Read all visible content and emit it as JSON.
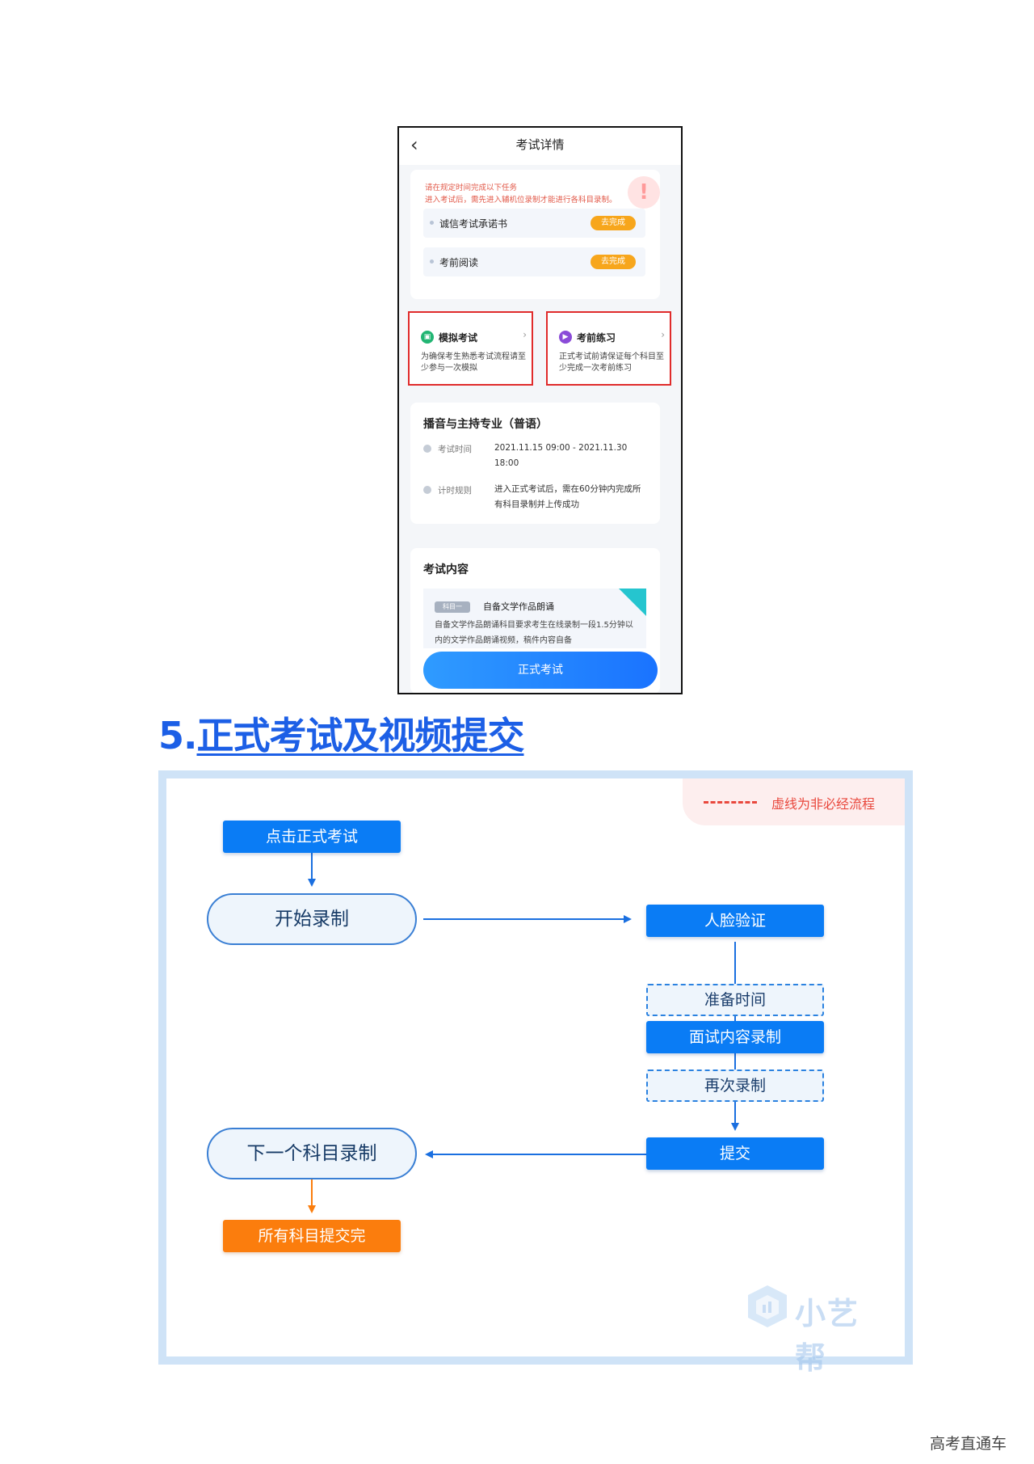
{
  "phone": {
    "title": "考试详情",
    "back_icon": "chevron-left-icon",
    "tasks": {
      "hint_line1": "请在规定时间完成以下任务",
      "hint_line2": "进入考试后，需先进入辅机位录制才能进行各科目录制。",
      "items": [
        {
          "label": "诚信考试承诺书",
          "action": "去完成"
        },
        {
          "label": "考前阅读",
          "action": "去完成"
        }
      ]
    },
    "modes": [
      {
        "title": "模拟考试",
        "desc": "为确保考生熟悉考试流程请至少参与一次模拟",
        "icon": "mock-exam-icon",
        "color": "#22b573"
      },
      {
        "title": "考前练习",
        "desc": "正式考试前请保证每个科目至少完成一次考前练习",
        "icon": "practice-play-icon",
        "color": "#8a4bd8"
      }
    ],
    "exam": {
      "title": "播音与主持专业（普语）",
      "time_label": "考试时间",
      "time_value": "2021.11.15 09:00 - 2021.11.30 18:00",
      "rule_label": "计时规则",
      "rule_value": "进入正式考试后，需在60分钟内完成所有科目录制并上传成功"
    },
    "content": {
      "title": "考试内容",
      "subject_tag": "科目一",
      "subject_name": "自备文学作品朗诵",
      "subject_desc": "自备文学作品朗诵科目要求考生在线录制一段1.5分钟以内的文学作品朗诵视频，稿件内容自备"
    },
    "start_button": "正式考试"
  },
  "section": {
    "number": "5.",
    "title": "正式考试及视频提交"
  },
  "flow": {
    "legend_text": "虚线为非必经流程",
    "nodes": {
      "click_start": "点击正式考试",
      "start_record": "开始录制",
      "face_verify": "人脸验证",
      "prep_time": "准备时间",
      "interview_record": "面试内容录制",
      "re_record": "再次录制",
      "submit": "提交",
      "next_subject": "下一个科目录制",
      "all_done": "所有科目提交完"
    },
    "logo_text": "小艺帮"
  },
  "footer": {
    "note": "高考直通车"
  }
}
